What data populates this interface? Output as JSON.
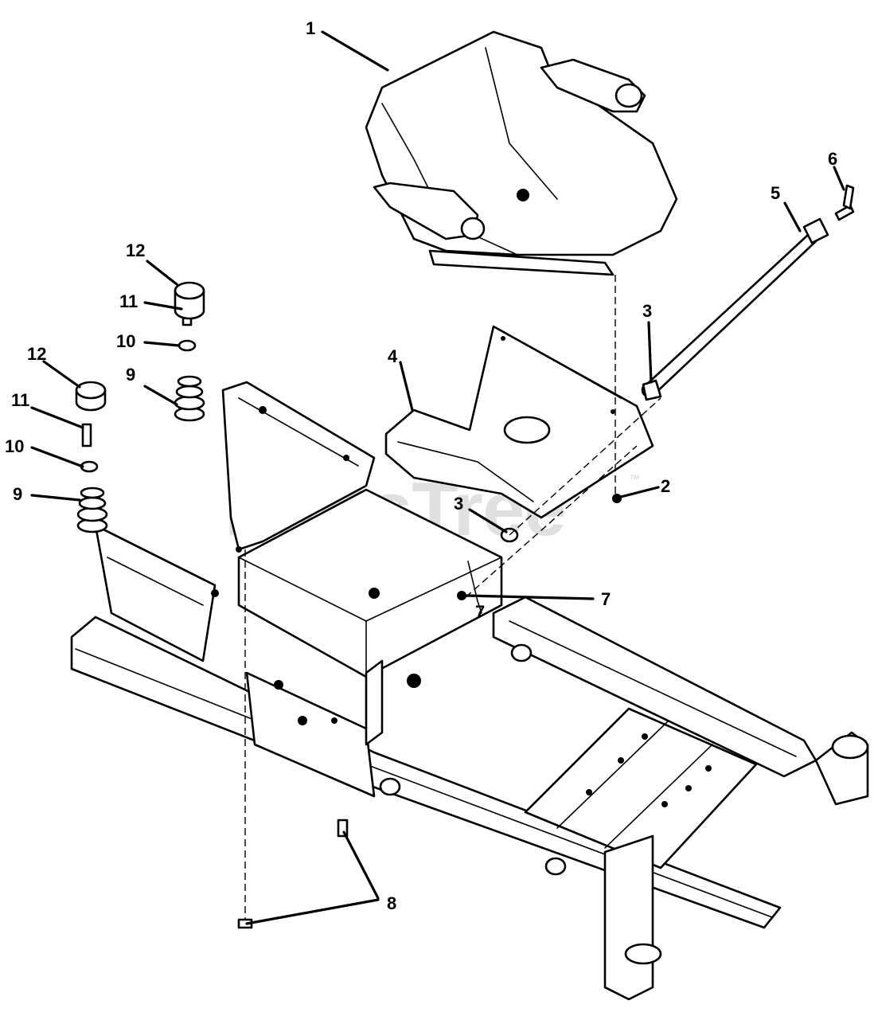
{
  "watermark": {
    "text": "PartsTree",
    "trademark": "™"
  },
  "callouts": {
    "seat": "1",
    "nut_rear": "2",
    "bushing_right": "3",
    "bushing_left": "3",
    "seat_pan": "4",
    "pivot_rod": "5",
    "bolt_rod": "6",
    "clip_a": "7",
    "clip_b": "7",
    "bolt_bottom": "8",
    "spring_right": "9",
    "spring_left": "9",
    "washer_right": "10",
    "washer_left": "10",
    "spacer_right": "11",
    "spacer_left": "11",
    "bumper_right": "12",
    "bumper_left": "12"
  }
}
